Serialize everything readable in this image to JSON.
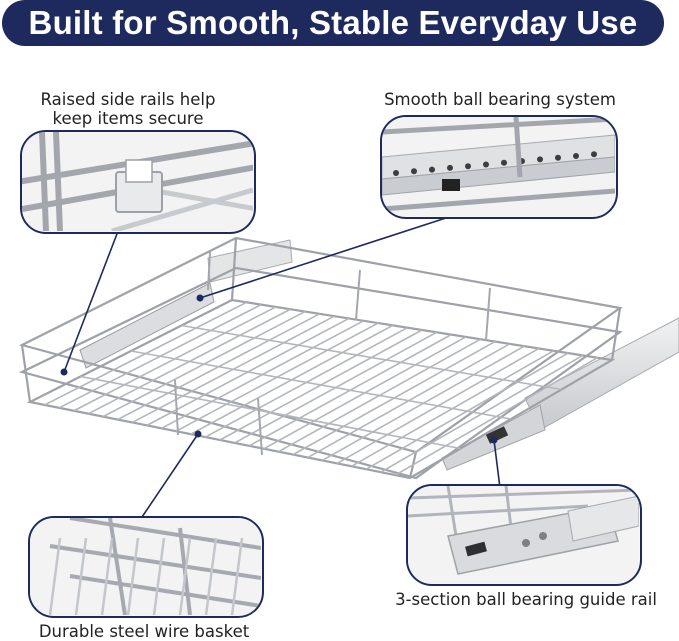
{
  "header": {
    "title": "Built for Smooth, Stable Everyday Use"
  },
  "callouts": [
    {
      "label_lines": [
        "Raised side rails help",
        "keep items secure"
      ]
    },
    {
      "label_lines": [
        "Smooth ball bearing system"
      ]
    },
    {
      "label_lines": [
        "Durable steel wire basket"
      ]
    },
    {
      "label_lines": [
        "3-section ball bearing guide rail"
      ]
    }
  ],
  "colors": {
    "navy": "#1e2a5e",
    "wire": "#b9bcc2",
    "wire_dark": "#8f939a",
    "rail": "#d9dbde"
  },
  "icons": [
    "wire-basket-illustration",
    "side-rail-closeup",
    "ball-bearing-closeup",
    "steel-wire-closeup",
    "guide-rail-closeup"
  ]
}
